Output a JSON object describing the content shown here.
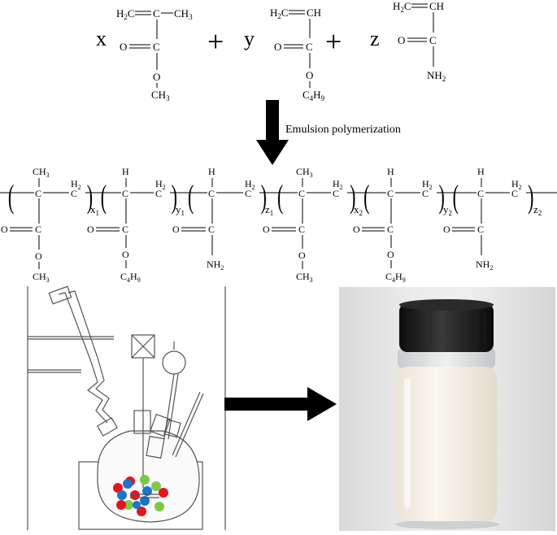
{
  "arrow_label": "Emulsion polymerization",
  "plus_sign": "+",
  "monomers": [
    {
      "coefficient": "x",
      "vinyl_left": "H2C",
      "vinyl_right": "C",
      "substituent": "CH3",
      "carbonyl_o": "O",
      "carbonyl_c": "C",
      "ester_o": "O",
      "terminal": "CH3"
    },
    {
      "coefficient": "y",
      "vinyl_left": "H2C",
      "vinyl_right": "CH",
      "carbonyl_o": "O",
      "carbonyl_c": "C",
      "ester_o": "O",
      "terminal": "C4H9"
    },
    {
      "coefficient": "z",
      "vinyl_left": "H2C",
      "vinyl_right": "CH",
      "carbonyl_o": "O",
      "carbonyl_c": "C",
      "terminal": "NH2"
    }
  ],
  "polymer_units": [
    {
      "top": "CH3",
      "backbone_c": "C",
      "chain": "H2C",
      "subscript": "x1",
      "carbonyl_o": "O",
      "carbonyl_c": "C",
      "ester_o": "O",
      "terminal": "CH3"
    },
    {
      "top": "H",
      "backbone_c": "C",
      "chain": "H2C",
      "subscript": "y1",
      "carbonyl_o": "O",
      "carbonyl_c": "C",
      "ester_o": "O",
      "terminal": "C4H9"
    },
    {
      "top": "H",
      "backbone_c": "C",
      "chain": "H2C",
      "subscript": "z1",
      "carbonyl_o": "O",
      "carbonyl_c": "C",
      "terminal": "NH2"
    },
    {
      "top": "CH3",
      "backbone_c": "C",
      "chain": "H2C",
      "subscript": "x2",
      "carbonyl_o": "O",
      "carbonyl_c": "C",
      "ester_o": "O",
      "terminal": "CH3"
    },
    {
      "top": "H",
      "backbone_c": "C",
      "chain": "H2C",
      "subscript": "y2",
      "carbonyl_o": "O",
      "carbonyl_c": "C",
      "ester_o": "O",
      "terminal": "C4H9"
    },
    {
      "top": "H",
      "backbone_c": "C",
      "chain": "H2C",
      "subscript": "z2",
      "carbonyl_o": "O",
      "carbonyl_c": "C",
      "terminal": "NH2"
    }
  ],
  "colors": {
    "red": "#e8131b",
    "blue": "#1b75c8",
    "green": "#7cc84a",
    "arrow": "#000000",
    "cap": "#1a1a1a",
    "emulsion": "#f5f1e6"
  }
}
